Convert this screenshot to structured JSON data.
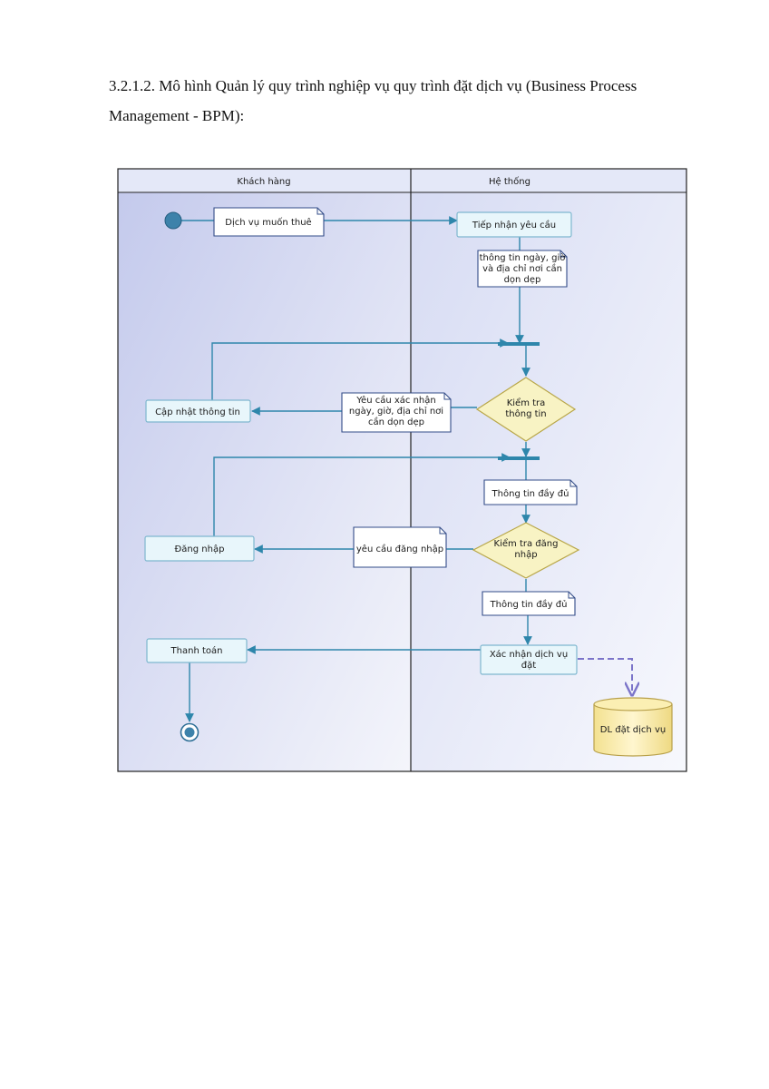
{
  "heading": "3.2.1.2. Mô hình Quản lý quy trình nghiệp vụ quy trình đặt dịch vụ (Business Process Management - BPM):",
  "colors": {
    "frame": "#222222",
    "lane_header": "#e4e8f8",
    "lane_body_a": "#c7cdee",
    "lane_body_b": "#f3f4fb",
    "flow_line": "#2e86ab",
    "activity_fill": "#e8f6fb",
    "activity_border": "#7fb7cf",
    "note_border": "#334c88",
    "decision_fill": "#f8f3c4",
    "decision_border": "#b9a74a",
    "datastore_fill": "#fbefb3",
    "datastore_border": "#b8a04a",
    "data_flow": "#7b74c9"
  },
  "lanes": {
    "customer": "Khách hàng",
    "system": "Hệ thống"
  },
  "activities": {
    "receive_request": "Tiếp nhận yêu cầu",
    "update_info": "Cập nhật thông tin",
    "login": "Đăng nhập",
    "payment": "Thanh toán",
    "confirm_booking": [
      "Xác nhận dịch vụ",
      "đặt"
    ]
  },
  "decisions": {
    "check_info": [
      "Kiểm tra",
      "thông tin"
    ],
    "check_login": [
      "Kiểm tra đăng",
      "nhập"
    ]
  },
  "notes": {
    "service_to_rent": "Dịch vụ muốn thuê",
    "date_time_address": [
      "thông tin ngày, giờ",
      "và địa chỉ nơi cần",
      "dọn dẹp"
    ],
    "confirm_request": [
      "Yêu cầu xác nhận",
      "ngày, giờ, địa chỉ nơi",
      "cần dọn dẹp"
    ],
    "complete_info_1": "Thông tin đầy đủ",
    "login_request": "yêu cầu đăng nhập",
    "complete_info_2": "Thông tin đầy đủ"
  },
  "datastore": {
    "label": "DL đặt dịch vụ"
  }
}
